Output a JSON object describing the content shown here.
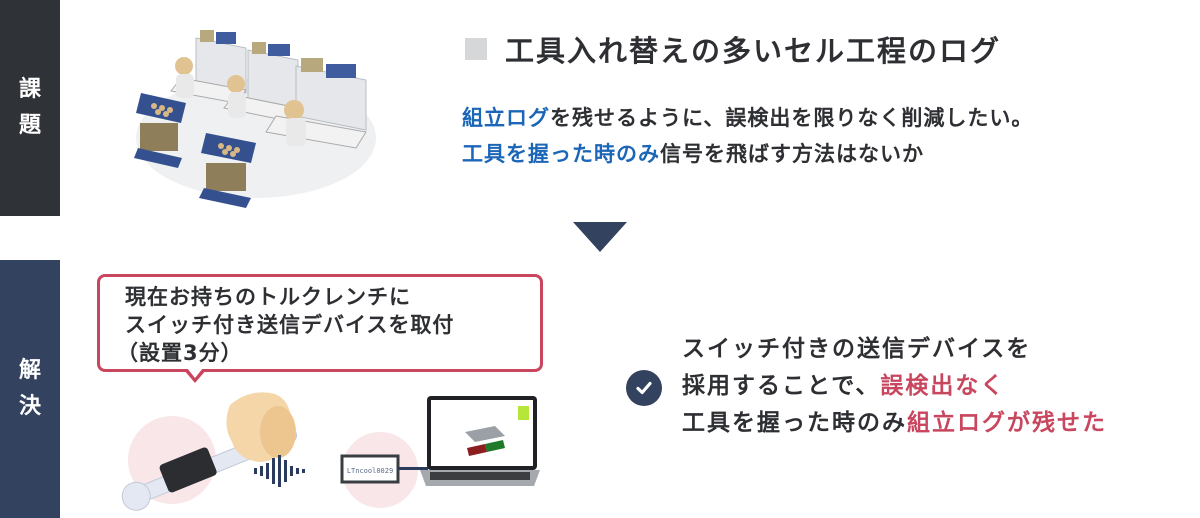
{
  "sidebar": {
    "problem_label": [
      "課",
      "題"
    ],
    "solution_label": [
      "解",
      "決"
    ]
  },
  "problem": {
    "title": "工具入れ替えの多いセル工程のログ",
    "line1": {
      "highlight": "組立ログ",
      "rest": "を残せるように、誤検出を限りなく削減したい。"
    },
    "line2": {
      "highlight": "工具を握った時のみ",
      "rest": "信号を飛ばす方法はないか"
    },
    "illustration": "assembly-cell-workers-illustration"
  },
  "callout": {
    "lines": [
      "現在お持ちのトルクレンチに",
      "スイッチ付き送信デバイスを取付",
      "（設置3分）"
    ]
  },
  "solution": {
    "line1": "スイッチ付きの送信デバイスを",
    "line2": {
      "plain": "採用することで、",
      "highlight": "誤検出なく"
    },
    "line3": {
      "plain": "工具を握った時のみ",
      "highlight": "組立ログが残せた"
    },
    "receiver_label": "LTncool0029"
  },
  "colors": {
    "problem_sidebar": "#2f3236",
    "solution_sidebar": "#33425f",
    "accent_blue": "#1c66b8",
    "accent_red": "#c8475f",
    "text": "#2d2f33"
  }
}
